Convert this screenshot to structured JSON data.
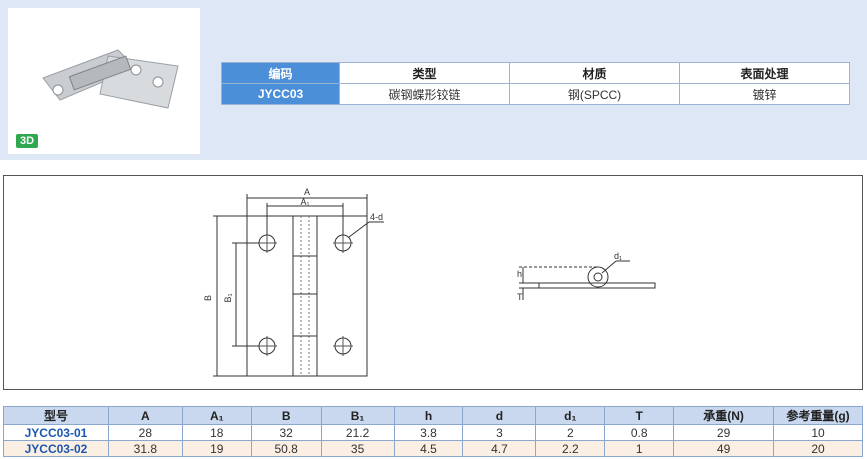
{
  "badge": "3D",
  "info_table": {
    "headers": [
      "编码",
      "类型",
      "材质",
      "表面处理"
    ],
    "values": [
      "JYCC03",
      "碳钢蝶形铰链",
      "钢(SPCC)",
      "镀锌"
    ]
  },
  "drawing_labels": {
    "A": "A",
    "A1": "A₁",
    "B": "B",
    "B1": "B₁",
    "hole": "4-d",
    "h": "h",
    "T": "T",
    "d1": "d₁"
  },
  "spec_table": {
    "headers": [
      "型号",
      "A",
      "A₁",
      "B",
      "B₁",
      "h",
      "d",
      "d₁",
      "T",
      "承重(N)",
      "参考重量(g)"
    ],
    "rows": [
      [
        "JYCC03-01",
        "28",
        "18",
        "32",
        "21.2",
        "3.8",
        "3",
        "2",
        "0.8",
        "29",
        "10"
      ],
      [
        "JYCC03-02",
        "31.8",
        "19",
        "50.8",
        "35",
        "4.5",
        "4.7",
        "2.2",
        "1",
        "49",
        "20"
      ]
    ]
  }
}
